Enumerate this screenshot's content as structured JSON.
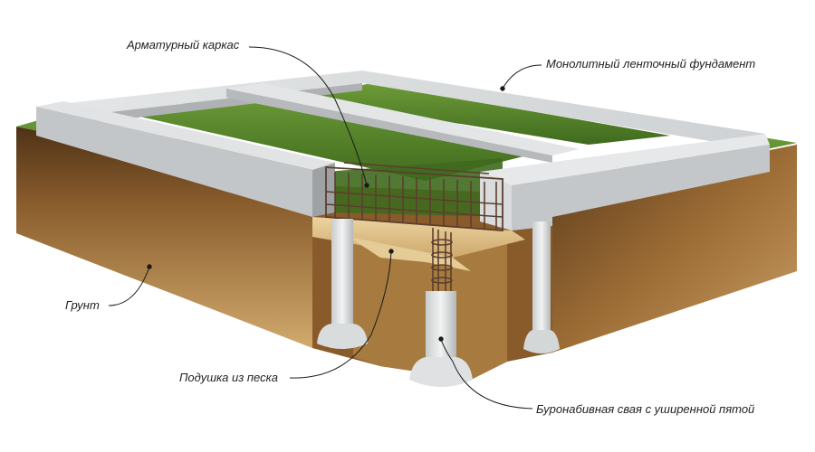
{
  "labels": {
    "rebar_cage": "Арматурный каркас",
    "strip_foundation": "Монолитный ленточный фундамент",
    "soil": "Грунт",
    "sand_cushion": "Подушка из песка",
    "bored_pile": "Буронабивная свая с уширенной пятой"
  },
  "colors": {
    "background": "#ffffff",
    "concrete_top": "#d6d8d9",
    "concrete_side": "#b9bdbf",
    "grass": "#5d8a2e",
    "soil_top": "#5a3a1c",
    "soil_bottom": "#c9a064",
    "sand": "#e2c48e",
    "rebar": "#5b3f2d",
    "leader_line": "#1a1a1a"
  }
}
